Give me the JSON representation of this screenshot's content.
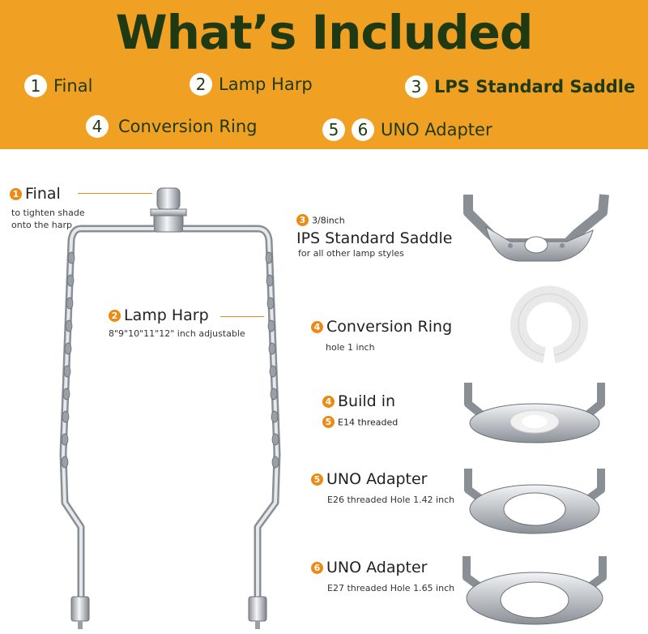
{
  "banner": {
    "title": "What’s Included",
    "items": [
      {
        "num": "1",
        "label": "Final"
      },
      {
        "num": "2",
        "label": "Lamp Harp"
      },
      {
        "num": "3",
        "label": "LPS Standard Saddle"
      },
      {
        "num": "4",
        "label": "Conversion Ring"
      },
      {
        "num": "5",
        "num2": "6",
        "label": "UNO Adapter"
      }
    ]
  },
  "callouts": {
    "final": {
      "num": "1",
      "label": "Final",
      "sub1": "to tighten shade",
      "sub2": "onto the harp"
    },
    "harp": {
      "num": "2",
      "label": "Lamp Harp",
      "sub": "8\"9\"10\"11\"12\" inch adjustable"
    },
    "saddle": {
      "num": "3",
      "size": "3/8inch",
      "label": "IPS Standard Saddle",
      "sub": "for all other lamp styles"
    },
    "ring": {
      "num": "4",
      "label": "Conversion Ring",
      "sub": "hole 1 inch"
    },
    "buildin": {
      "num": "4",
      "label": "Build in",
      "num2": "5",
      "sub": "E14 threaded"
    },
    "uno26": {
      "num": "5",
      "label": "UNO Adapter",
      "sub": "E26 threaded Hole 1.42 inch"
    },
    "uno27": {
      "num": "6",
      "label": "UNO Adapter",
      "sub": "E27 threaded Hole 1.65 inch"
    }
  },
  "colors": {
    "banner": "#f0a023",
    "title": "#1f3a12",
    "accent": "#ec8a16"
  }
}
